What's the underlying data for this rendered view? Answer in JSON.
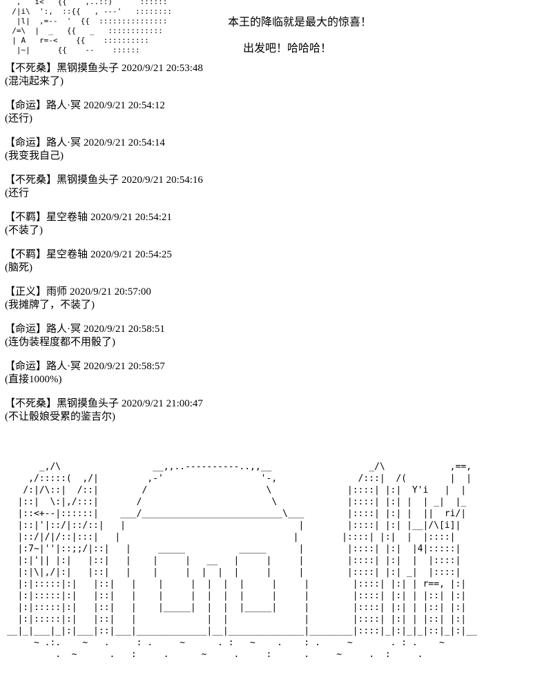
{
  "page": {
    "background": "#ffffff",
    "text_color": "#000000"
  },
  "dialogue": {
    "line1": "本王的降临就是最大的惊喜！",
    "line2": "出发吧！哈哈哈！"
  },
  "top_art": {
    "lines": [
      "   ,   i<   {{    ,..::)      ::::::",
      "  /|i\\  ':,  ::{{   , ---'   ::::::::",
      "   |l|  ,=--  '  {{  :::::::::::::::",
      "  /=\\  |  _   {{   _   ::::::::::::",
      "  | A   r=-<    {{    ::::::::::",
      "   |~|      {{    --    ::::::"
    ]
  },
  "chat": {
    "entries": [
      {
        "name": "【不死桑】黑钢摸鱼头子",
        "time": "2020/9/21 20:53:48",
        "message": "(混沌起来了)"
      },
      {
        "name": "【命运】路人·冥",
        "time": "2020/9/21 20:54:12",
        "message": "(还行)"
      },
      {
        "name": "【命运】路人·冥",
        "time": "2020/9/21 20:54:14",
        "message": "(我变我自己)"
      },
      {
        "name": "【不死桑】黑钢摸鱼头子",
        "time": "2020/9/21 20:54:16",
        "message": "(还行"
      },
      {
        "name": "【不羁】星空卷轴",
        "time": "2020/9/21 20:54:21",
        "message": "(不装了)"
      },
      {
        "name": "【不羁】星空卷轴",
        "time": "2020/9/21 20:54:25",
        "message": "(脑死)"
      },
      {
        "name": "【正义】雨师",
        "time": "2020/9/21 20:57:00",
        "message": "(我摊牌了，不装了)"
      },
      {
        "name": "【命运】路人·冥",
        "time": "2020/9/21 20:58:51",
        "message": "(连伪装程度都不用骰了)"
      },
      {
        "name": "【命运】路人·冥",
        "time": "2020/9/21 20:58:57",
        "message": "(直接1000%)"
      },
      {
        "name": "【不死桑】黑钢摸鱼头子",
        "time": "2020/9/21 21:00:47",
        "message": "(不让骰娘受累的鉴吉尔)"
      }
    ]
  },
  "bottom_art": {
    "lines": [
      "       _,/\\                 __,,..----------..,,__                  _/\\            ,==,",
      "     ,/:::::(  ,/|         ,-'                  '-,               /:::|  /(        |  |",
      "    /:|/\\::|  /::|        /                      \\              |::::| |:|  Y'i   |  |",
      "   |::|  \\:|,/:::|       /                        \\             |::::| |:| |  | _|  |_",
      "   |::<+--|::::::|    ___/__________________________\\___        |::::| |:| |  ||  ri/|",
      "   |::|'|::/|::/::|   |                                |        |::::| |:| |__|/\\[i]|",
      "   |::/|/|/::|:::|   |                                |        |::::| |:|  |  |::::|",
      "   |:7~|''|::;;/|::|   |     _____          _____      |        |::::| |:|  |4|:::::|",
      "   |:|'|| |:|   |::|   |    |     |   __   |     |     |        |::::| |:|  |  |::::|",
      "   |:|\\|,/|:|   |::|   |    |     |  |  |  |     |     |        |::::| |:| _|  |::::|",
      "   |:|:::::|:|   |::|   |    |     |  |  |  |     |     |        |::::| |:| | r==, |:|",
      "   |:|:::::|:|   |::|   |    |     |  |  |  |     |     |        |::::| |:| | |::| |:|",
      "   |:|:::::|:|   |::|   |    |_____|  |  |  |_____|     |        |::::| |:| | |::| |:|",
      "   |:|:::::|:|   |::|   |             |  |              |        |::::| |:| | |::| |:|",
      " __|_|___|_|:|___|::|___|_____________|__|______________|________|::::|_|:|_|_|::|_|:|__",
      "      ~ .:.    ~   .     : .     ~      . :   ~    .    : .     ~       . : .    ~",
      "          .  ~      .   :     .      ~     .     :      .     ~     .  :     ."
    ]
  }
}
